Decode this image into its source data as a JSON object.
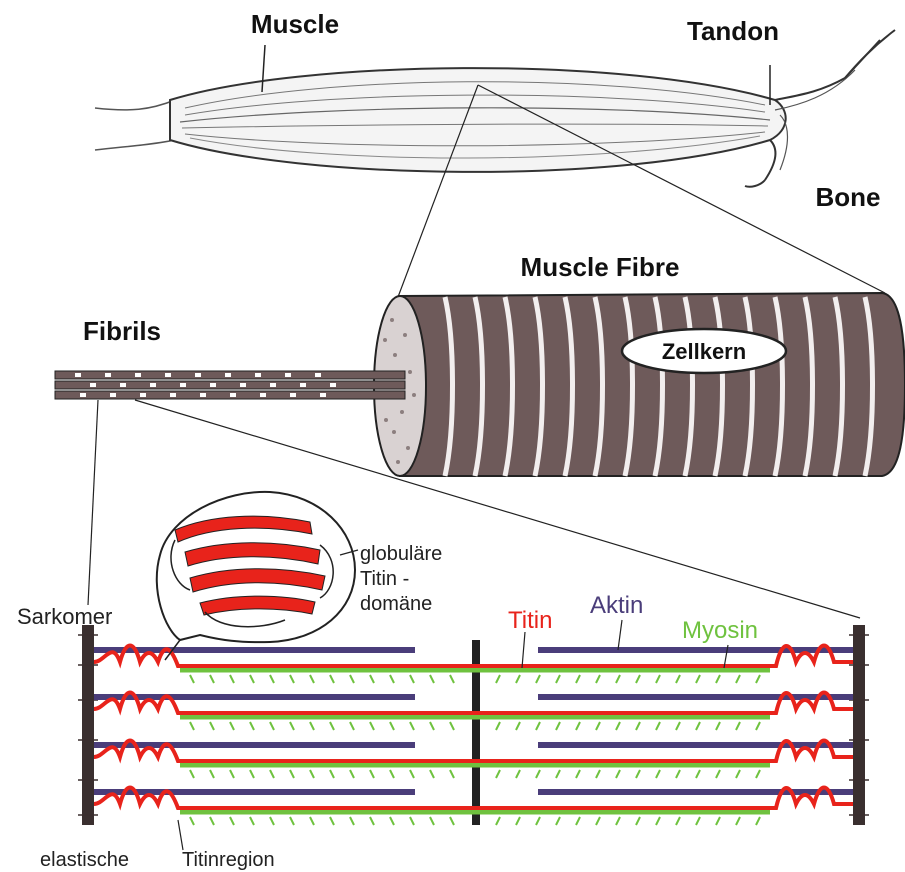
{
  "labels": {
    "muscle": "Muscle",
    "tendon": "Tandon",
    "bone": "Bone",
    "muscle_fibre": "Muscle Fibre",
    "fibrils": "Fibrils",
    "nucleus": "Zellkern",
    "sarcomere": "Sarkomer",
    "globular_line1": "globuläre",
    "globular_line2": "Titin -",
    "globular_line3": "domäne",
    "titin": "Titin",
    "actin": "Aktin",
    "myosin": "Myosin",
    "elastic_line1": "elastische",
    "elastic_line2": "Titinregion"
  },
  "colors": {
    "titin": "#e8231b",
    "actin": "#4a3d7a",
    "myosin": "#6fc23f",
    "fibre": "#6e5a5a",
    "ink": "#222222"
  }
}
